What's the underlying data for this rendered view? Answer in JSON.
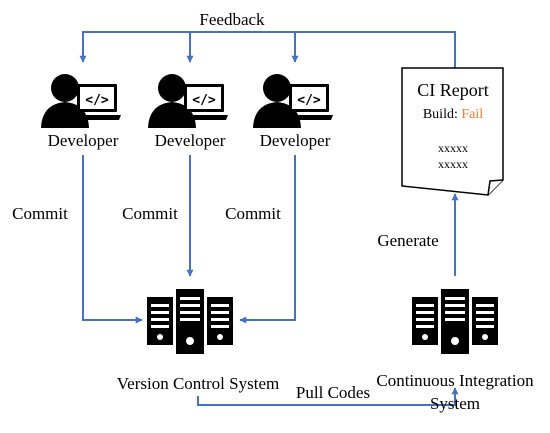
{
  "feedback_label": "Feedback",
  "developers": [
    {
      "name": "Developer",
      "icon": "developer-laptop-icon"
    },
    {
      "name": "Developer",
      "icon": "developer-laptop-icon"
    },
    {
      "name": "Developer",
      "icon": "developer-laptop-icon"
    }
  ],
  "commit_labels": [
    "Commit",
    "Commit",
    "Commit"
  ],
  "report": {
    "title": "CI Report",
    "build_prefix": "Build: ",
    "build_status": "Fail",
    "lines": [
      "xxxxx",
      "xxxxx"
    ]
  },
  "generate_label": "Generate",
  "vcs_label": "Version Control System",
  "ci_label_line1": "Continuous Integration",
  "ci_label_line2": "System",
  "pull_label": "Pull Codes",
  "colors": {
    "arrow": "#4472c4",
    "fail": "#ed7d31",
    "icon": "#000000"
  }
}
